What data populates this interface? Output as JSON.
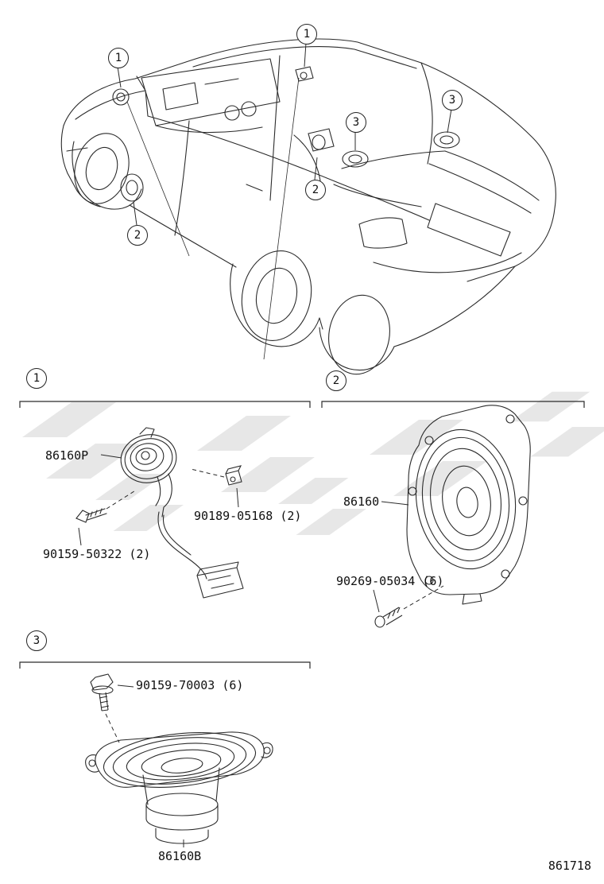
{
  "doc": {
    "number": "861718"
  },
  "car_callouts": [
    {
      "n": "1"
    },
    {
      "n": "1"
    },
    {
      "n": "2"
    },
    {
      "n": "2"
    },
    {
      "n": "3"
    },
    {
      "n": "3"
    }
  ],
  "sections": [
    {
      "num": "1",
      "parts": {
        "speaker": "86160P",
        "clip": "90189-05168 (2)",
        "bolt": "90159-50322 (2)"
      }
    },
    {
      "num": "2",
      "parts": {
        "speaker": "86160",
        "screw": "90269-05034 (6)"
      }
    },
    {
      "num": "3",
      "parts": {
        "bolt": "90159-70003 (6)",
        "speaker": "86160B"
      }
    }
  ]
}
